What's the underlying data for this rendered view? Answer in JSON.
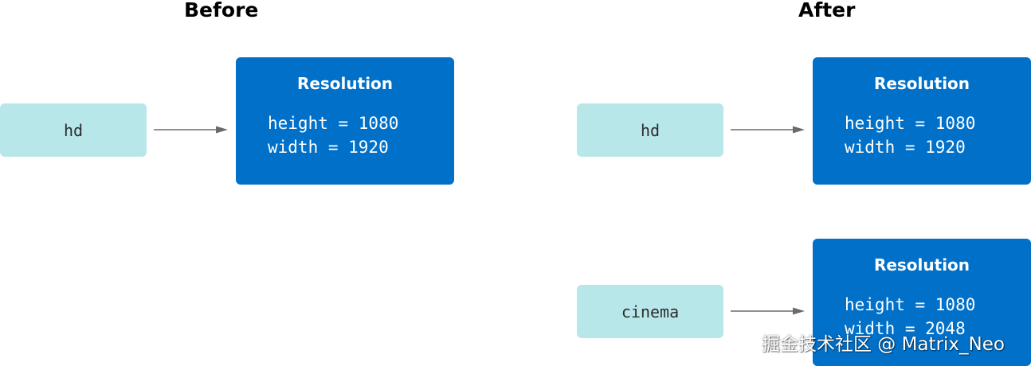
{
  "headings": {
    "before": "Before",
    "after": "After"
  },
  "before": {
    "variable": "hd",
    "instance": {
      "title": "Resolution",
      "height": "height = 1080",
      "width": "width = 1920"
    }
  },
  "after": {
    "hd": {
      "variable": "hd",
      "instance": {
        "title": "Resolution",
        "height": "height = 1080",
        "width": "width = 1920"
      }
    },
    "cinema": {
      "variable": "cinema",
      "instance": {
        "title": "Resolution",
        "height": "height = 1080",
        "width": "width = 2048"
      }
    }
  },
  "colors": {
    "variable_box": "#b8e7ea",
    "struct_box": "#0070c9",
    "arrow": "#6b6b6b"
  },
  "watermark": "掘金技术社区 @ Matrix_Neo"
}
